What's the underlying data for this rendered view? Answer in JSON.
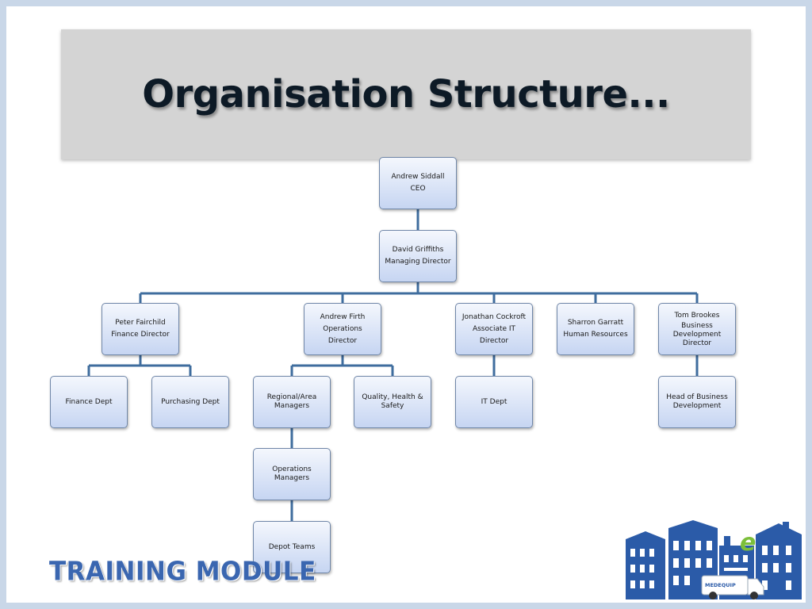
{
  "slide": {
    "title": "Organisation Structure..."
  },
  "chart": {
    "boxes": {
      "ceo": {
        "line1": "Andrew Siddall",
        "line2": "CEO"
      },
      "md": {
        "line1": "David Griffiths",
        "line2": "Managing Director"
      },
      "finance_director": {
        "line1": "Peter Fairchild",
        "line2": "Finance Director"
      },
      "operations_director": {
        "line1": "Andrew Firth",
        "line2": "Operations Director"
      },
      "it_director": {
        "line1": "Jonathan Cockroft",
        "line2": "Associate IT Director"
      },
      "hr": {
        "line1": "Sharron Garratt",
        "line2": "Human Resources"
      },
      "bd_director": {
        "line1": "Tom Brookes",
        "line2": "Business Development Director"
      },
      "finance_dept": {
        "line1": "Finance Dept"
      },
      "purchasing_dept": {
        "line1": "Purchasing Dept"
      },
      "regional_managers": {
        "line1": "Regional/Area Managers"
      },
      "qhs": {
        "line1": "Quality, Health & Safety"
      },
      "it_dept": {
        "line1": "IT Dept"
      },
      "head_bd": {
        "line1": "Head of Business Development"
      },
      "operations_managers": {
        "line1": "Operations Managers"
      },
      "depot_teams": {
        "line1": "Depot Teams"
      }
    }
  },
  "footer": {
    "module_label": "TRAINING MODULE"
  },
  "logo": {
    "van_text": "MEDEQUIP"
  },
  "colors": {
    "connector": "#3f6d9e",
    "box_border": "#6f86a8",
    "footer_text": "#3a66b0",
    "logo_blue": "#2b5ba8"
  }
}
